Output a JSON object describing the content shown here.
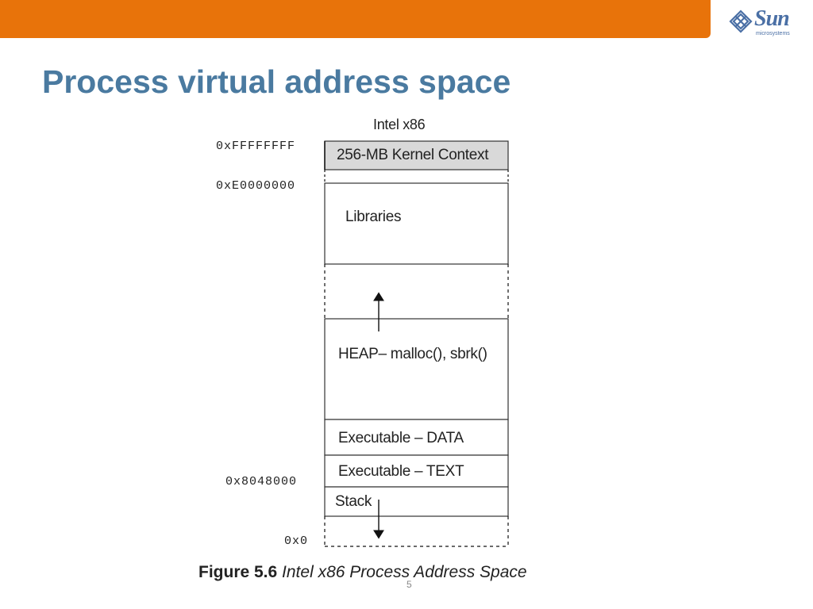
{
  "slide": {
    "title": "Process virtual address space",
    "page_number": "5",
    "colors": {
      "header_bar": "#e8730a",
      "title": "#4a7aa0",
      "logo": "#4a6fa5"
    }
  },
  "logo": {
    "name": "sun-microsystems-logo",
    "word": "Sun",
    "sub": "microsystems"
  },
  "diagram": {
    "heading": "Intel x86",
    "addresses": {
      "top": "0xFFFFFFFF",
      "kernel_start": "0xE0000000",
      "text_start": "0x8048000",
      "bottom": "0x0"
    },
    "segments": {
      "kernel": "256-MB Kernel Context",
      "libraries": "Libraries",
      "heap": "HEAP– malloc(), sbrk()",
      "data": "Executable – DATA",
      "text": "Executable – TEXT",
      "stack": "Stack"
    },
    "caption": {
      "figure": "Figure 5.6",
      "text": "Intel x86 Process Address Space"
    }
  }
}
